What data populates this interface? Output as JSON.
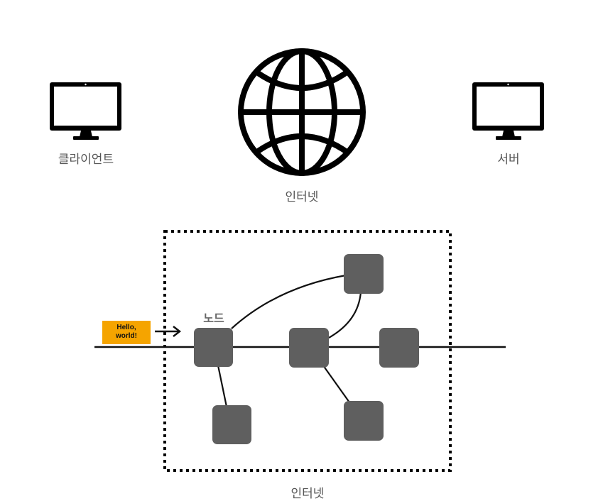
{
  "top": {
    "client_label": "클라이언트",
    "internet_label": "인터넷",
    "server_label": "서버"
  },
  "network": {
    "node_label": "노드",
    "message_line1": "Hello,",
    "message_line2": "world!",
    "frame_label": "인터넷",
    "node_color": "#5f5f5f",
    "message_color": "#f5a400"
  },
  "icons": [
    "monitor-icon",
    "globe-icon",
    "monitor-icon"
  ]
}
